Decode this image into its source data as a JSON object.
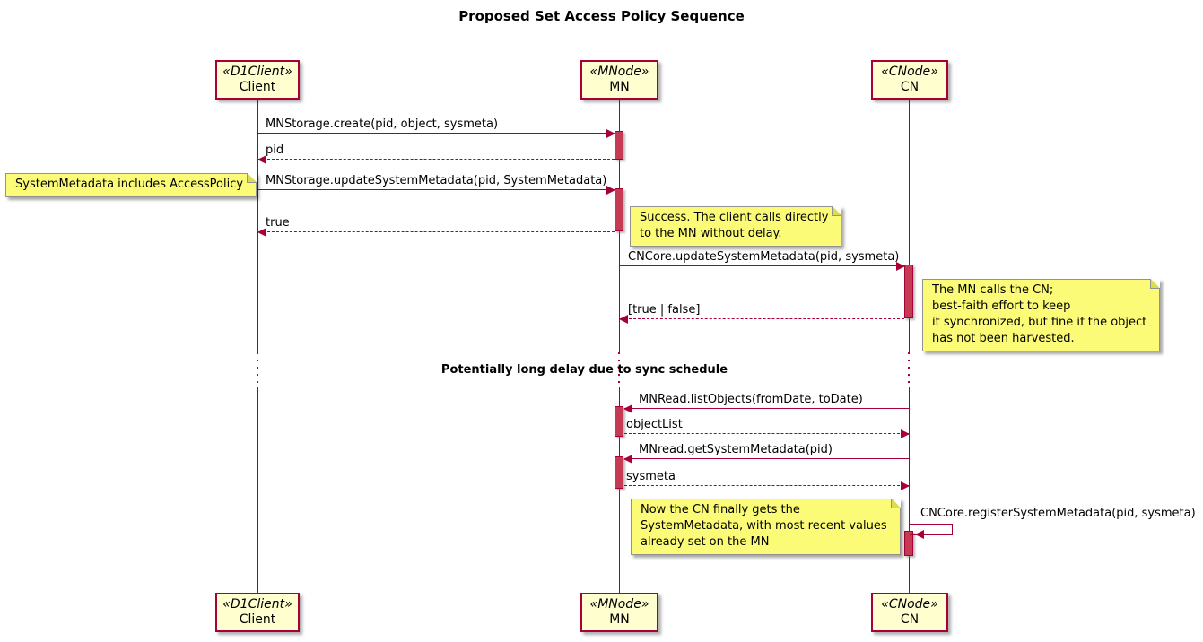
{
  "title": "Proposed Set Access Policy Sequence",
  "participants": [
    {
      "stereotype": "«D1Client»",
      "name": "Client"
    },
    {
      "stereotype": "«MNode»",
      "name": "MN"
    },
    {
      "stereotype": "«CNode»",
      "name": "CN"
    }
  ],
  "messages": [
    {
      "label": "MNStorage.create(pid, object, sysmeta)",
      "from": "Client",
      "to": "MN",
      "style": "solid"
    },
    {
      "label": "pid",
      "from": "MN",
      "to": "Client",
      "style": "return"
    },
    {
      "label": "MNStorage.updateSystemMetadata(pid, SystemMetadata)",
      "from": "Client",
      "to": "MN",
      "style": "solid"
    },
    {
      "label": "true",
      "from": "MN",
      "to": "Client",
      "style": "return"
    },
    {
      "label": "CNCore.updateSystemMetadata(pid, sysmeta)",
      "from": "MN",
      "to": "CN",
      "style": "solid"
    },
    {
      "label": "[true | false]",
      "from": "CN",
      "to": "MN",
      "style": "return"
    },
    {
      "label": "MNRead.listObjects(fromDate, toDate)",
      "from": "CN",
      "to": "MN",
      "style": "solid"
    },
    {
      "label": "objectList",
      "from": "MN",
      "to": "CN",
      "style": "return"
    },
    {
      "label": "MNread.getSystemMetadata(pid)",
      "from": "CN",
      "to": "MN",
      "style": "solid"
    },
    {
      "label": "sysmeta",
      "from": "MN",
      "to": "CN",
      "style": "return"
    },
    {
      "label": "CNCore.registerSystemMetadata(pid, sysmeta)",
      "from": "CN",
      "to": "CN",
      "style": "self"
    }
  ],
  "notes": [
    {
      "text": "SystemMetadata includes AccessPolicy"
    },
    {
      "text": "Success. The client calls directly\nto the MN without delay."
    },
    {
      "text": "The MN calls the CN;\nbest-faith effort to keep\nit synchronized, but fine if the object\nhas not been harvested."
    },
    {
      "text": "Now the CN finally gets the\nSystemMetadata, with most recent values\nalready set on the MN"
    }
  ],
  "delay_label": "Potentially long delay due to sync schedule",
  "colors": {
    "accent": "#A80036",
    "participant_fill": "#FEFECE",
    "note_fill": "#FBFB77",
    "note_border": "#929292",
    "activation_fill": "#C53B53"
  }
}
